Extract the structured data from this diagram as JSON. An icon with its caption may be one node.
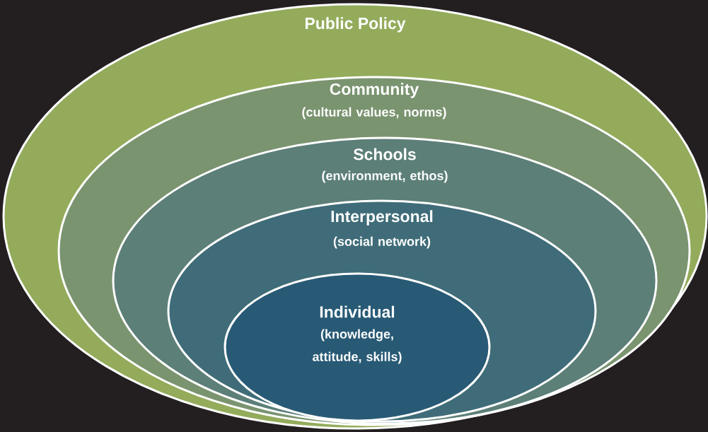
{
  "diagram": {
    "nodes": [
      {
        "text": [
          "Public Policy"
        ]
      },
      {
        "text": [
          "Community",
          "(cultural values, norms)"
        ],
        "in": 0
      },
      {
        "text": [
          "Schools",
          "(environment, ethos)"
        ],
        "in": 1
      },
      {
        "text": [
          "Interpersonal",
          "(social network)"
        ],
        "in": 2
      },
      {
        "text": [
          "Individual",
          "(knowledge, attitude, skills)"
        ],
        "in": 3
      }
    ]
  }
}
